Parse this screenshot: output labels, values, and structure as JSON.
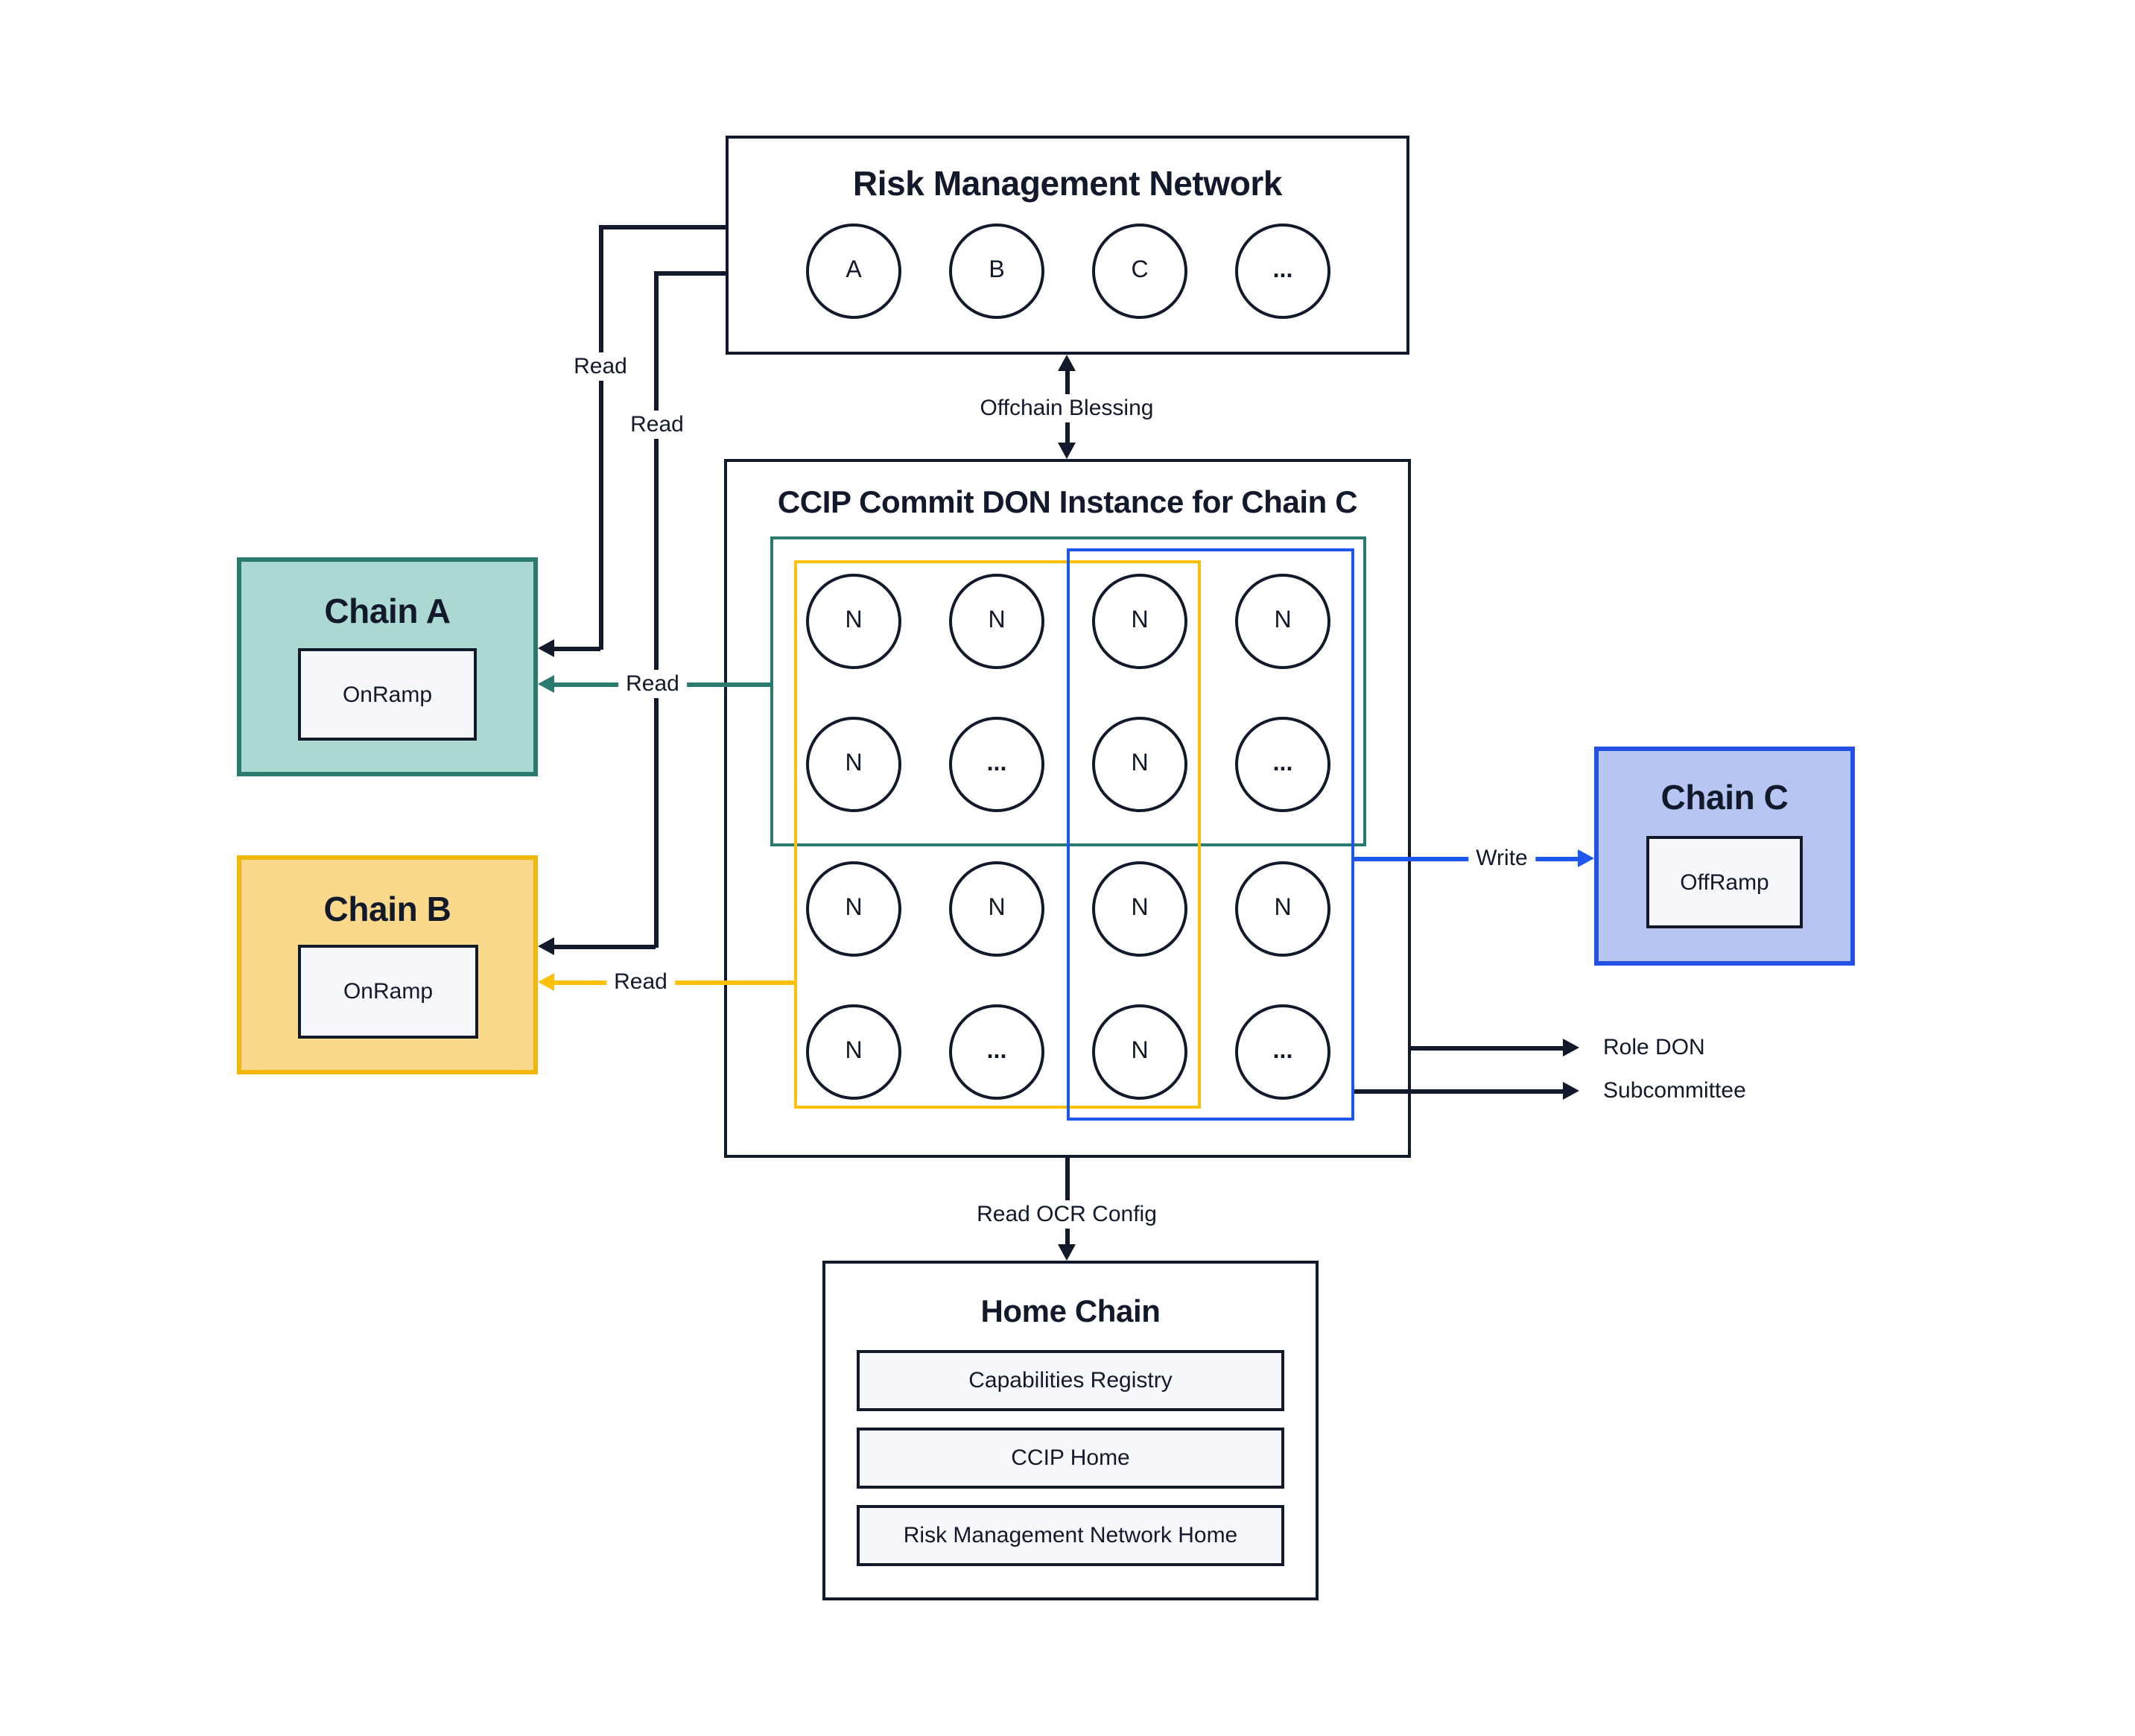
{
  "colors": {
    "ink": "#12192B",
    "teal_accent": "#2B7A6E",
    "chain_a_fill": "#ABD8D1",
    "yellow_accent": "#FFC107",
    "chain_b_border": "#F2B708",
    "chain_b_fill": "#FBD98C",
    "blue_accent": "#1D57EE",
    "chain_c_border": "#2450E6",
    "chain_c_fill": "#B6C5F2",
    "contract_fill": "#F7F8FC"
  },
  "rmn": {
    "title": "Risk Management Network",
    "nodes": [
      "A",
      "B",
      "C",
      "..."
    ]
  },
  "don": {
    "title": "CCIP Commit DON Instance for Chain C",
    "grid": [
      [
        "N",
        "N",
        "N",
        "N"
      ],
      [
        "N",
        "...",
        "N",
        "..."
      ],
      [
        "N",
        "N",
        "N",
        "N"
      ],
      [
        "N",
        "...",
        "N",
        "..."
      ]
    ]
  },
  "chain_a": {
    "title": "Chain A",
    "contract": "OnRamp"
  },
  "chain_b": {
    "title": "Chain B",
    "contract": "OnRamp"
  },
  "chain_c": {
    "title": "Chain C",
    "contract": "OffRamp"
  },
  "home_chain": {
    "title": "Home Chain",
    "contracts": [
      "Capabilities Registry",
      "CCIP Home",
      "Risk Management Network Home"
    ]
  },
  "labels": {
    "offchain_blessing": "Offchain Blessing",
    "read_rmn_to_a": "Read",
    "read_rmn_to_b": "Read",
    "read_don_to_a": "Read",
    "read_don_to_b": "Read",
    "write": "Write",
    "role_don": "Role DON",
    "subcommittee": "Subcommittee",
    "read_ocr_config": "Read OCR Config"
  }
}
